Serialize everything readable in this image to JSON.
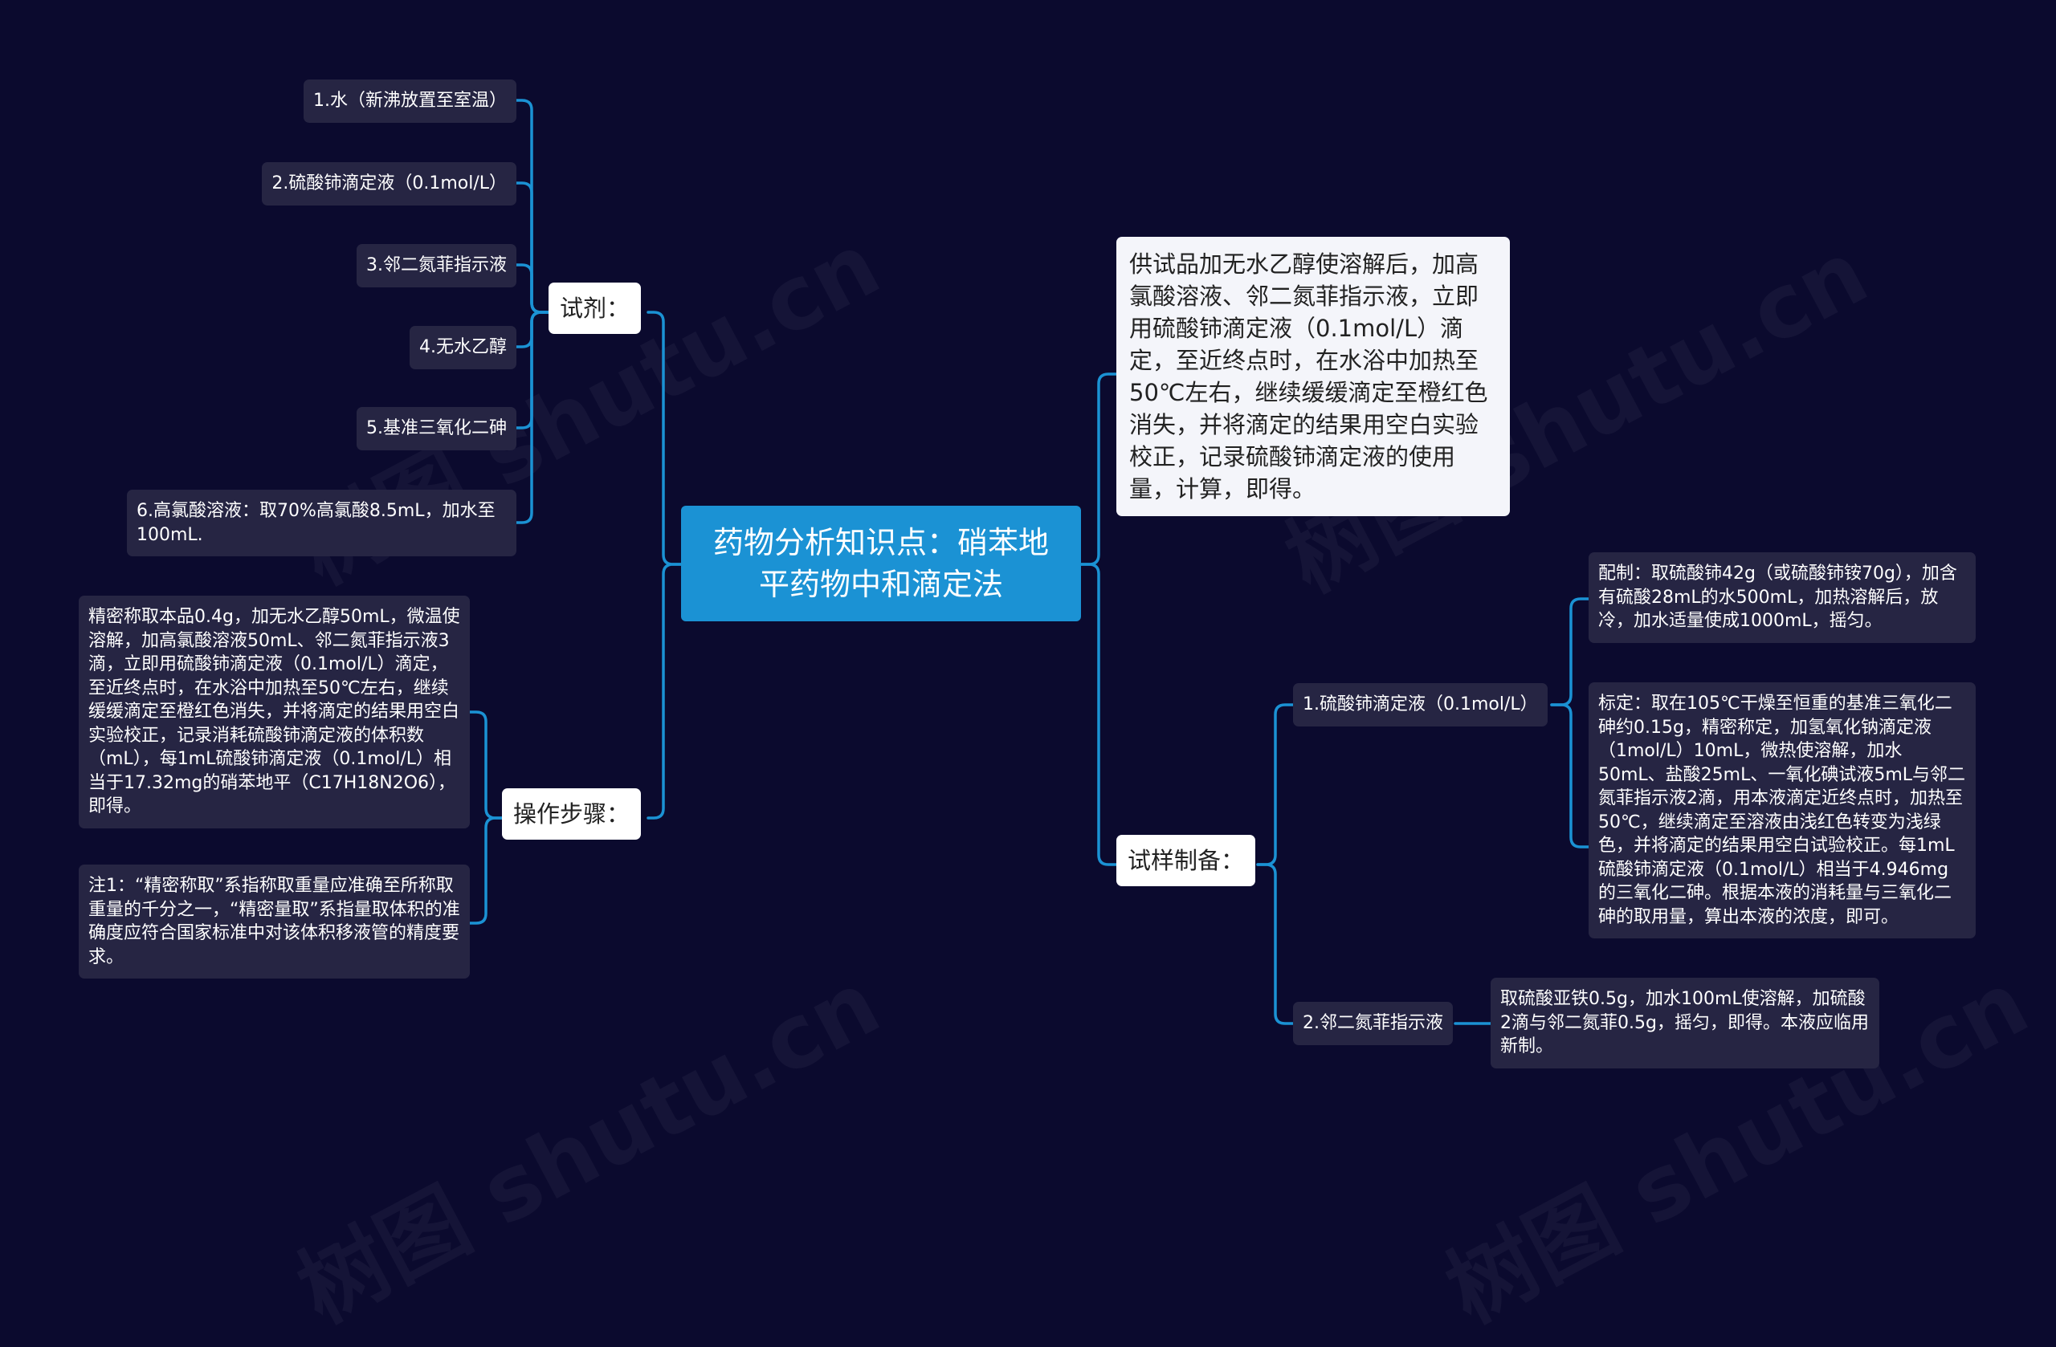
{
  "colors": {
    "background": "#0b0a2e",
    "connector": "#1b92d4",
    "root_fill": "#1b92d4",
    "leaf_fill": "#262543",
    "sub_fill": "#ffffff"
  },
  "watermark": "树图 shutu.cn",
  "root": {
    "text": "药物分析知识点：硝苯地平药物中和滴定法"
  },
  "reagents": {
    "label": "试剂：",
    "items": [
      "1.水（新沸放置至室温）",
      "2.硫酸铈滴定液（0.1mol/L）",
      "3.邻二氮菲指示液",
      "4.无水乙醇",
      "5.基准三氧化二砷",
      "6.高氯酸溶液：取70%高氯酸8.5mL，加水至100mL."
    ]
  },
  "procedure": {
    "label": "操作步骤：",
    "items": [
      "精密称取本品0.4g，加无水乙醇50mL，微温使溶解，加高氯酸溶液50mL、邻二氮菲指示液3滴，立即用硫酸铈滴定液（0.1mol/L）滴定，至近终点时，在水浴中加热至50℃左右，继续缓缓滴定至橙红色消失，并将滴定的结果用空白实验校正，记录消耗硫酸铈滴定液的体积数（mL），每1mL硫酸铈滴定液（0.1mol/L）相当于17.32mg的硝苯地平（C17H18N2O6），即得。",
      "注1：“精密称取”系指称取重量应准确至所称取重量的千分之一，“精密量取”系指量取体积的准确度应符合国家标准中对该体积移液管的精度要求。"
    ]
  },
  "description": {
    "text": "供试品加无水乙醇使溶解后，加高氯酸溶液、邻二氮菲指示液，立即用硫酸铈滴定液（0.1mol/L）滴定，至近终点时，在水浴中加热至50℃左右，继续缓缓滴定至橙红色消失，并将滴定的结果用空白实验校正，记录硫酸铈滴定液的使用量，计算，即得。"
  },
  "sample_prep": {
    "label": "试样制备：",
    "items": [
      {
        "label": "1.硫酸铈滴定液（0.1mol/L）",
        "details": [
          "配制：取硫酸铈42g（或硫酸铈铵70g），加含有硫酸28mL的水500mL，加热溶解后，放冷，加水适量使成1000mL，摇匀。",
          "标定：取在105℃干燥至恒重的基准三氧化二砷约0.15g，精密称定，加氢氧化钠滴定液（1mol/L）10mL，微热使溶解，加水50mL、盐酸25mL、一氧化碘试液5mL与邻二氮菲指示液2滴，用本液滴定近终点时，加热至50℃，继续滴定至溶液由浅红色转变为浅绿色，并将滴定的结果用空白试验校正。每1mL硫酸铈滴定液（0.1mol/L）相当于4.946mg的三氧化二砷。根据本液的消耗量与三氧化二砷的取用量，算出本液的浓度，即可。"
        ]
      },
      {
        "label": "2.邻二氮菲指示液",
        "details": [
          "取硫酸亚铁0.5g，加水100mL使溶解，加硫酸2滴与邻二氮菲0.5g，摇匀，即得。本液应临用新制。"
        ]
      }
    ]
  }
}
